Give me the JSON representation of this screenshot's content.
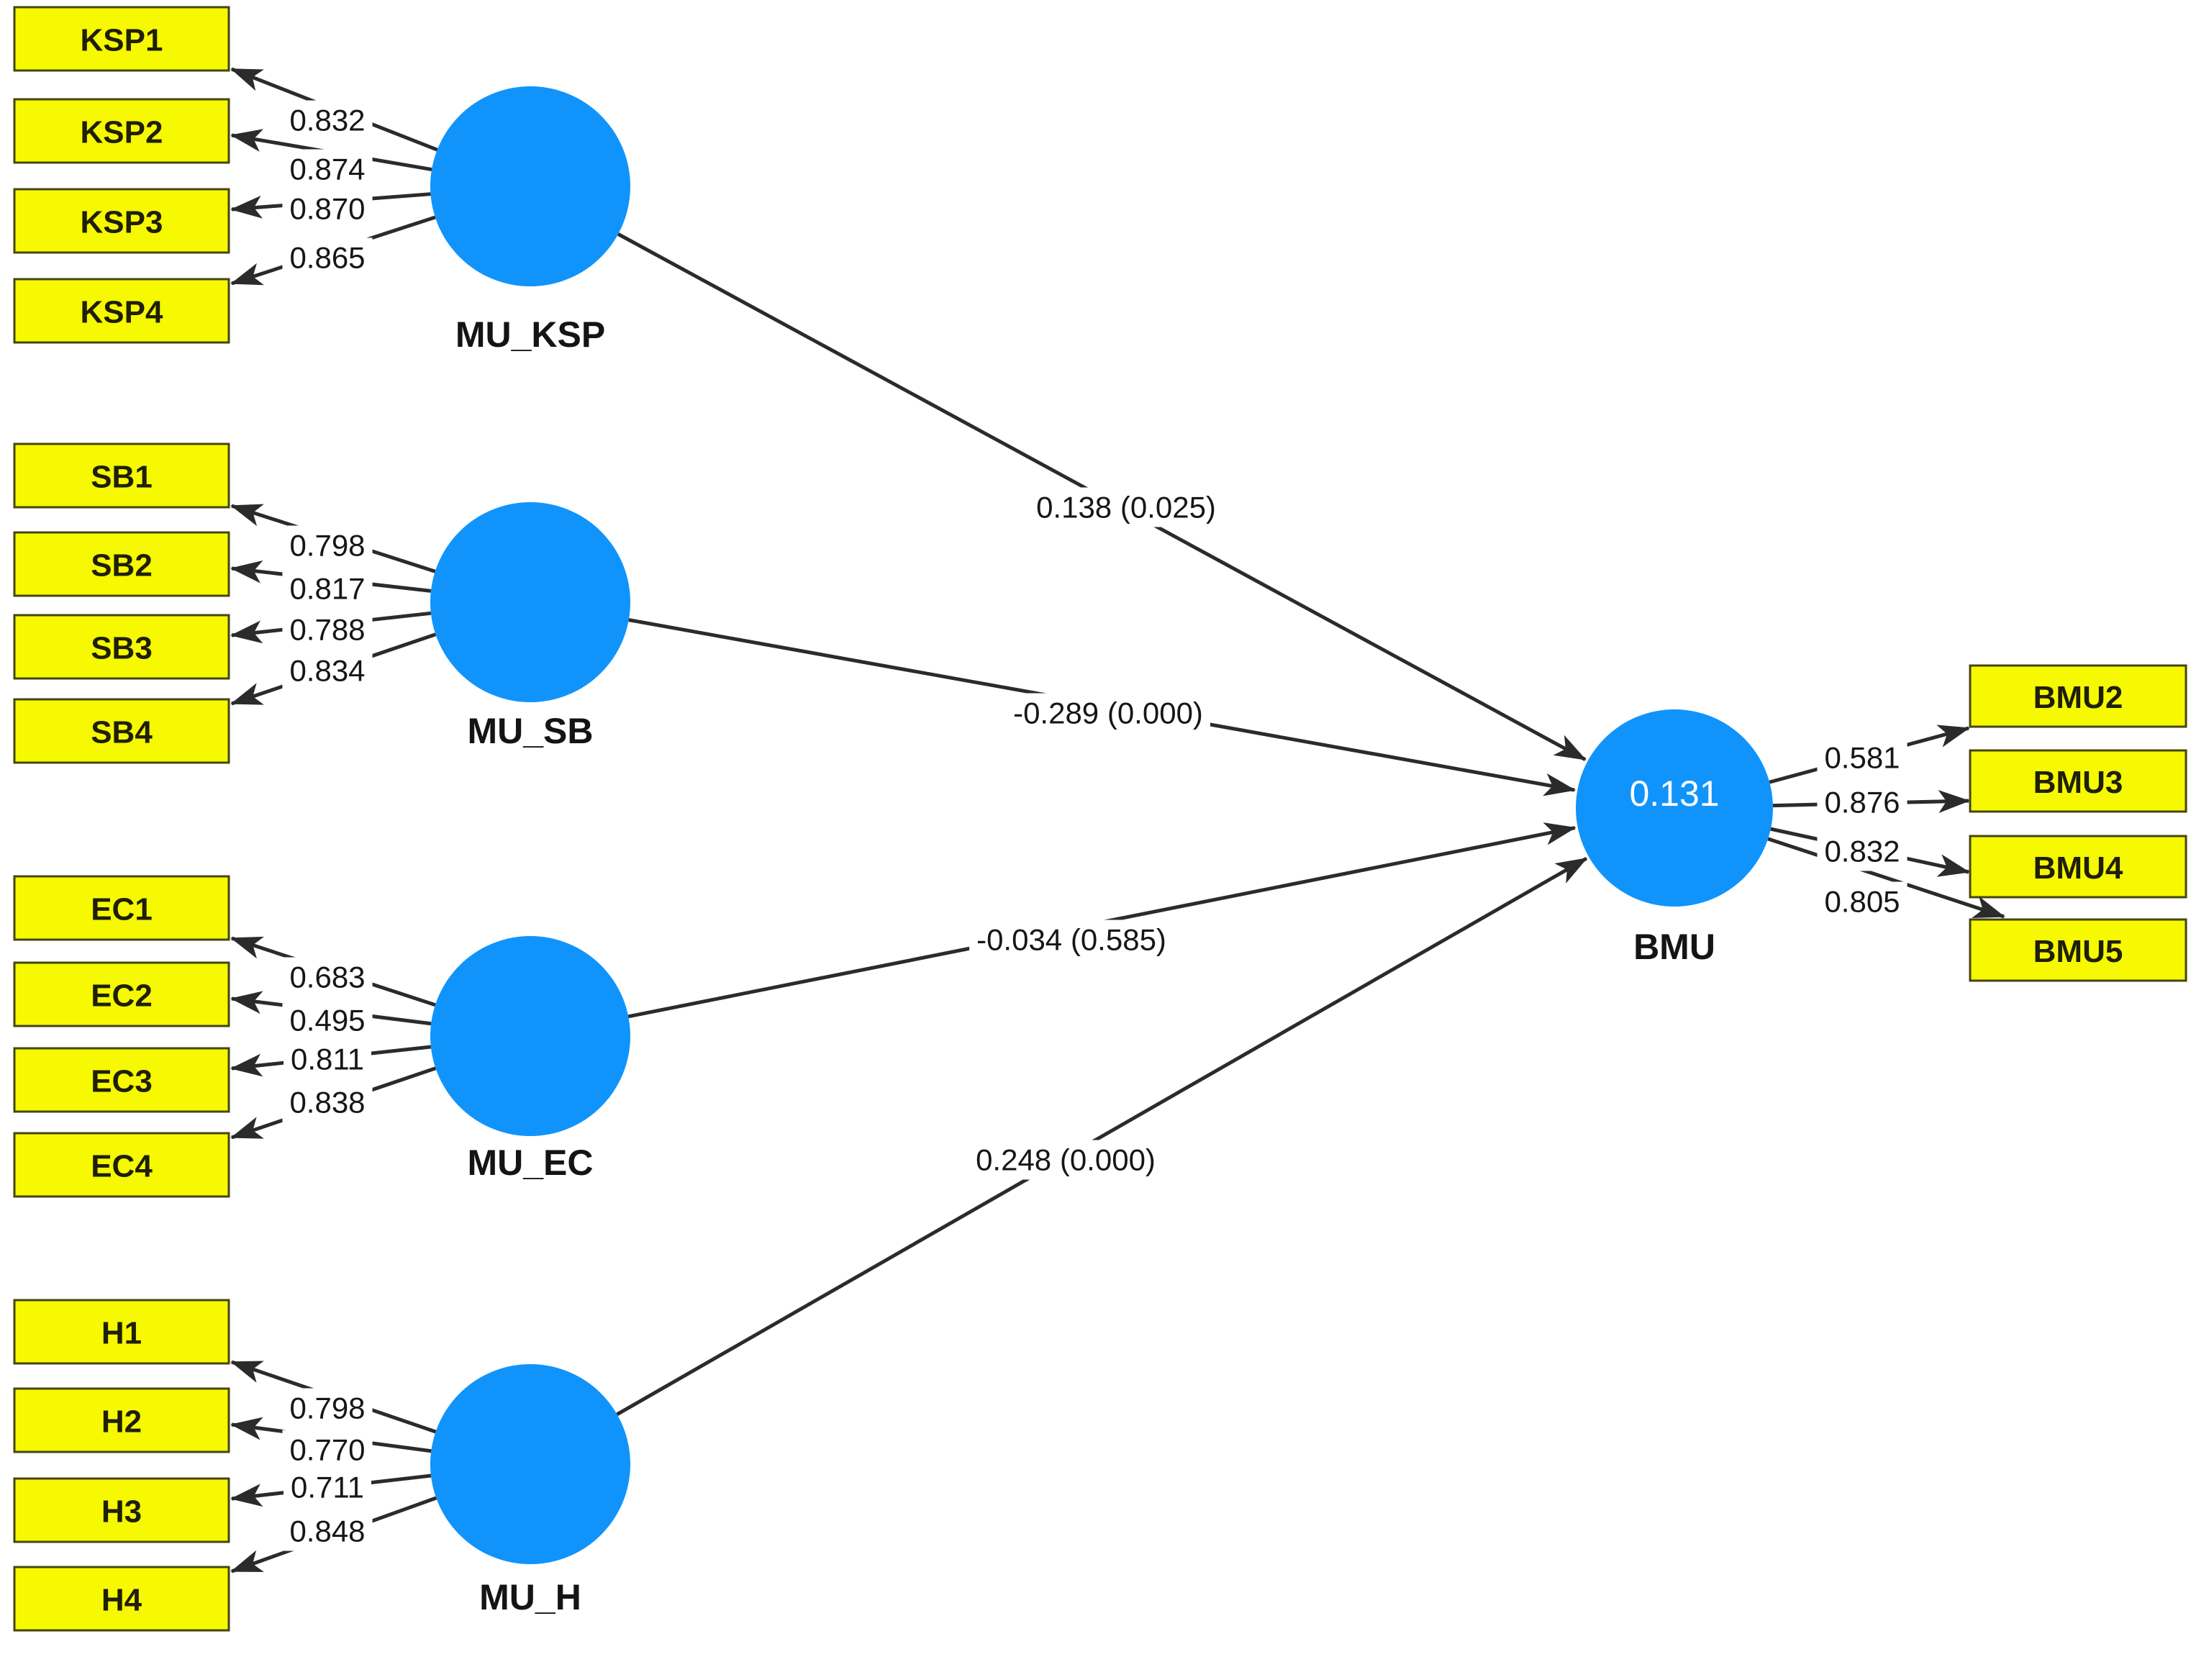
{
  "diagram": {
    "type": "PLS-SEM path model",
    "colors": {
      "background": "#ffffff",
      "construct_fill": "#1094FB",
      "indicator_fill": "#F6F900",
      "indicator_border": "#454510",
      "connector": "#2b2b2b",
      "text": "#161616",
      "r_squared_text": "#ffffff"
    },
    "constructs": [
      {
        "name": "MU_KSP",
        "indicators": [
          {
            "name": "KSP1",
            "loading": "0.832"
          },
          {
            "name": "KSP2",
            "loading": "0.874"
          },
          {
            "name": "KSP3",
            "loading": "0.870"
          },
          {
            "name": "KSP4",
            "loading": "0.865"
          }
        ]
      },
      {
        "name": "MU_SB",
        "indicators": [
          {
            "name": "SB1",
            "loading": "0.798"
          },
          {
            "name": "SB2",
            "loading": "0.817"
          },
          {
            "name": "SB3",
            "loading": "0.788"
          },
          {
            "name": "SB4",
            "loading": "0.834"
          }
        ]
      },
      {
        "name": "MU_EC",
        "indicators": [
          {
            "name": "EC1",
            "loading": "0.683"
          },
          {
            "name": "EC2",
            "loading": "0.495"
          },
          {
            "name": "EC3",
            "loading": "0.811"
          },
          {
            "name": "EC4",
            "loading": "0.838"
          }
        ]
      },
      {
        "name": "MU_H",
        "indicators": [
          {
            "name": "H1",
            "loading": "0.798"
          },
          {
            "name": "H2",
            "loading": "0.770"
          },
          {
            "name": "H3",
            "loading": "0.711"
          },
          {
            "name": "H4",
            "loading": "0.848"
          }
        ]
      }
    ],
    "endogenous": {
      "name": "BMU",
      "r_squared": "0.131",
      "indicators": [
        {
          "name": "BMU2",
          "loading": "0.581"
        },
        {
          "name": "BMU3",
          "loading": "0.876"
        },
        {
          "name": "BMU4",
          "loading": "0.832"
        },
        {
          "name": "BMU5",
          "loading": "0.805"
        }
      ]
    },
    "paths": [
      {
        "from": "MU_KSP",
        "to": "BMU",
        "coefficient": "0.138 (0.025)"
      },
      {
        "from": "MU_SB",
        "to": "BMU",
        "coefficient": "-0.289 (0.000)"
      },
      {
        "from": "MU_EC",
        "to": "BMU",
        "coefficient": "-0.034 (0.585)"
      },
      {
        "from": "MU_H",
        "to": "BMU",
        "coefficient": "0.248 (0.000)"
      }
    ]
  }
}
